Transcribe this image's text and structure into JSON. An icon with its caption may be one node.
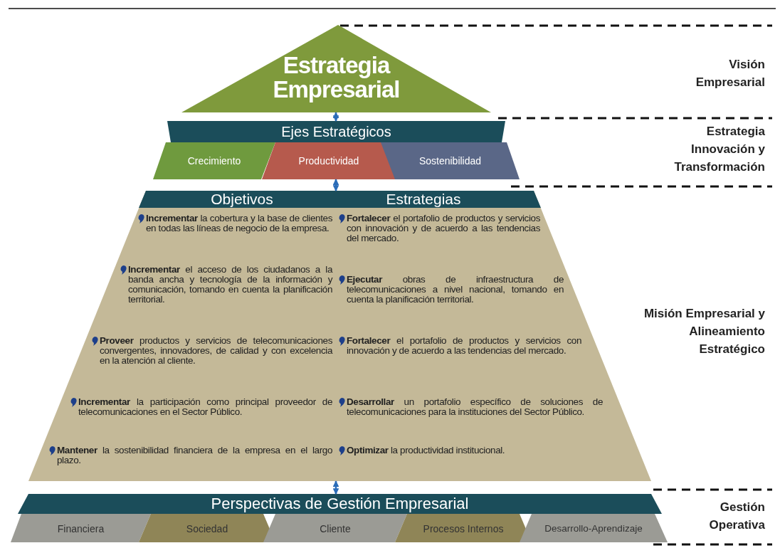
{
  "diagram": {
    "nodes": [
      {
        "text": [
          "Estrategia Empresarial"
        ]
      },
      {
        "text": [
          "Ejes Estratégicos"
        ]
      },
      {
        "text": [
          "Crecimiento"
        ]
      },
      {
        "text": [
          "Productividad"
        ]
      },
      {
        "text": [
          "Sostenibilidad"
        ]
      },
      {
        "text": [
          "Objetivos",
          "Estrategias",
          "**Incrementar** la cobertura y la base de clientes en todas las líneas de negocio de la empresa.",
          "**Incrementar** el acceso de los ciudadanos a la banda ancha y tecnología de la información y comunicación, tomando en cuenta la planificación territorial.",
          "**Proveer** productos y servicios de telecomunicaciones convergentes, innovadores, de calidad y con excelencia en la atención al cliente.",
          "**Incrementar** la participación como principal proveedor de telecomunicaciones en el Sector Público.",
          "**Mantener** la sostenibilidad financiera de la empresa en el largo plazo.",
          "**Fortalecer** el portafolio de productos y servicios con innovación y de acuerdo a las tendencias del mercado.",
          "**Ejecutar** obras de infraestructura de telecomunicaciones a nivel nacional, tomando en cuenta la planificación territorial.",
          "**Fortalecer** el portafolio de productos y servicios con innovación y de acuerdo a las tendencias del mercado.",
          "**Desarrollar** un portafolio específico de soluciones de telecomunicaciones para la instituciones del Sector Público.",
          "**Optimizar** la productividad institucional."
        ]
      },
      {
        "text": [
          "Perspectivas de Gestión Empresarial"
        ]
      },
      {
        "text": [
          "Financiera"
        ]
      },
      {
        "text": [
          "Sociedad"
        ]
      },
      {
        "text": [
          "Cliente"
        ]
      },
      {
        "text": [
          "Procesos Internos"
        ]
      },
      {
        "text": [
          "Desarrollo-Aprendizaje"
        ]
      }
    ],
    "edges": [
      {
        "from": 0,
        "to": 1,
        "arrow": "both"
      },
      {
        "from": 3,
        "to": 5,
        "arrow": "both"
      },
      {
        "from": 5,
        "to": 6,
        "arrow": "both"
      }
    ],
    "labels": [
      "Visión Empresarial",
      "Estrategia Innovación y Transformación",
      "Misión Empresarial y Alineamiento Estratégico",
      "Gestión Operativa"
    ]
  }
}
